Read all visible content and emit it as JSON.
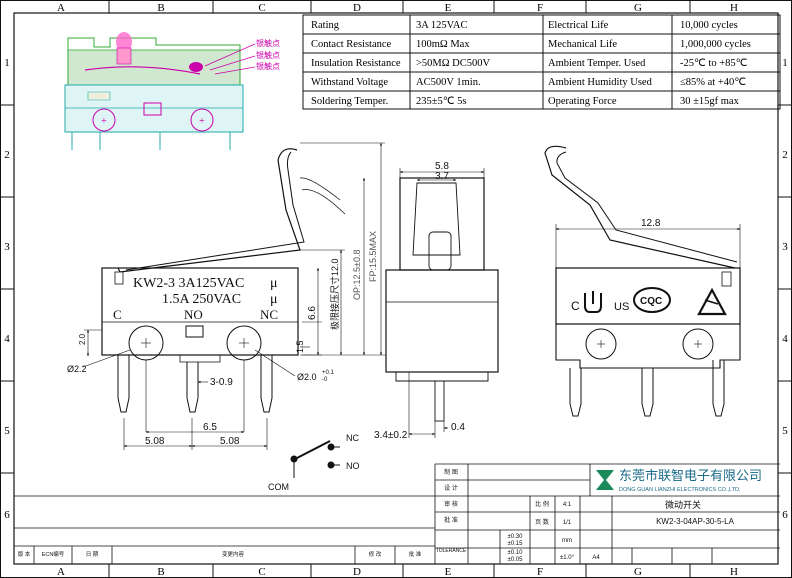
{
  "grid": {
    "cols": [
      "A",
      "B",
      "C",
      "D",
      "E",
      "F",
      "G",
      "H"
    ],
    "rows": [
      "1",
      "2",
      "3",
      "4",
      "5",
      "6"
    ]
  },
  "spec_table": [
    {
      "label": "Rating",
      "value": "3A  125VAC",
      "label2": "Electrical Life",
      "value2": "10,000 cycles"
    },
    {
      "label": "Contact Resistance",
      "value": "100mΩ Max",
      "label2": "Mechanical Life",
      "value2": "1,000,000 cycles"
    },
    {
      "label": "Insulation Resistance",
      "value": ">50MΩ DC500V",
      "label2": "Ambient Temper. Used",
      "value2": "-25℃ to +85℃"
    },
    {
      "label": "Withstand Voltage",
      "value": "AC500V  1min.",
      "label2": "Ambient Humidity Used",
      "value2": "≤85% at +40℃"
    },
    {
      "label": "Soldering Temper.",
      "value": "235±5℃ 5s",
      "label2": "Operating Force",
      "value2": "30 ±15gf max"
    }
  ],
  "cross_section": {
    "notes": [
      "银触点",
      "银触点",
      "银触点"
    ]
  },
  "side_view": {
    "marking_line1": "KW2-3  3A125VAC",
    "marking_line2": "1.5A  250VAC",
    "ul_mark": "μ",
    "pin_labels": [
      "C",
      "NO",
      "NC"
    ],
    "dim_op": "OP:12.5±0.8",
    "dim_fp": "FP:15.5MAX",
    "dim_lever": "极限接压尺寸12.0",
    "dim_66": "6.6",
    "dim_15": "1.5",
    "dim_20": "2.0",
    "dim_22": "Ø2.2",
    "dim_hole": "Ø2.0",
    "dim_hole_tol": "+0.1\n-0",
    "dim_pin": "3-0.9",
    "dim_65": "6.5",
    "dim_508a": "5.08",
    "dim_508b": "5.08"
  },
  "front_view": {
    "dim_58": "5.8",
    "dim_37": "3.7",
    "dim_34": "3.4±0.2",
    "dim_04": "0.4"
  },
  "right_view": {
    "dim_128": "12.8",
    "cert_c": "C",
    "cert_us": "US",
    "cert_cqc": "CQC"
  },
  "schematic": {
    "com": "COM",
    "nc": "NC",
    "no": "NO"
  },
  "title_block": {
    "company_cn": "东莞市联智电子有限公司",
    "company_en": "DONG GUAN LIANZHI ELECTRONICS CO.,LTD.",
    "part_name": "微动开关",
    "part_no": "KW2-3-04AP-30-5-LA",
    "scale_label": "比 例",
    "scale_value": "4:1",
    "sheet_label": "页 数",
    "sheet_value": "1/1",
    "unit_value": "mm",
    "angle_value": "±1.0°",
    "size_value": "A4",
    "role_labels": [
      "制 图",
      "设 计",
      "审 核",
      "批 准"
    ],
    "tol_rows": [
      [
        "±0.30",
        "±0.15"
      ],
      [
        "±0.10",
        "±0.05"
      ]
    ],
    "tol_label": "TOLERANCE",
    "rev_headers": [
      "版 本",
      "ECN编号",
      "日 期",
      "变更内容",
      "修 改",
      "批 准"
    ]
  }
}
